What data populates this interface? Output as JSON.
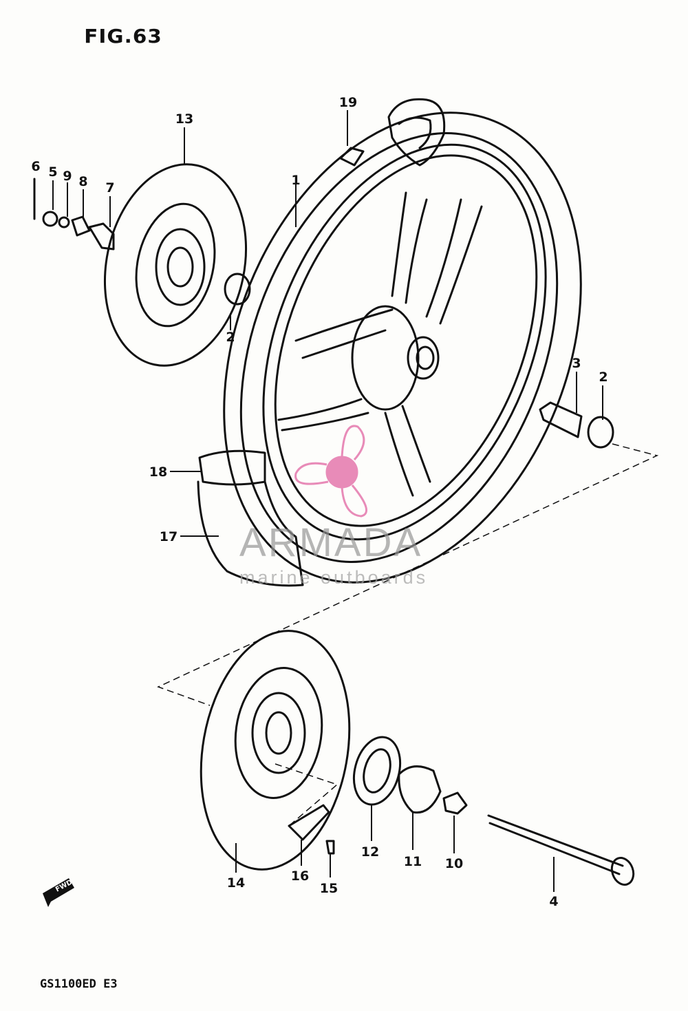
{
  "figure": {
    "title": "FIG.63"
  },
  "model": "GS1100ED  E3",
  "watermark": {
    "brand": "ARMADA",
    "tagline": "marine outboards",
    "color": "#e88bb8"
  },
  "fwd_label": "FWD",
  "callouts": [
    {
      "id": "1",
      "label": "1"
    },
    {
      "id": "2a",
      "label": "2"
    },
    {
      "id": "2b",
      "label": "2"
    },
    {
      "id": "3",
      "label": "3"
    },
    {
      "id": "4",
      "label": "4"
    },
    {
      "id": "5",
      "label": "5"
    },
    {
      "id": "6",
      "label": "6"
    },
    {
      "id": "7",
      "label": "7"
    },
    {
      "id": "8",
      "label": "8"
    },
    {
      "id": "9",
      "label": "9"
    },
    {
      "id": "10",
      "label": "10"
    },
    {
      "id": "11",
      "label": "11"
    },
    {
      "id": "12",
      "label": "12"
    },
    {
      "id": "13",
      "label": "13"
    },
    {
      "id": "14",
      "label": "14"
    },
    {
      "id": "15",
      "label": "15"
    },
    {
      "id": "16",
      "label": "16"
    },
    {
      "id": "17",
      "label": "17"
    },
    {
      "id": "18",
      "label": "18"
    },
    {
      "id": "19",
      "label": "19"
    }
  ]
}
